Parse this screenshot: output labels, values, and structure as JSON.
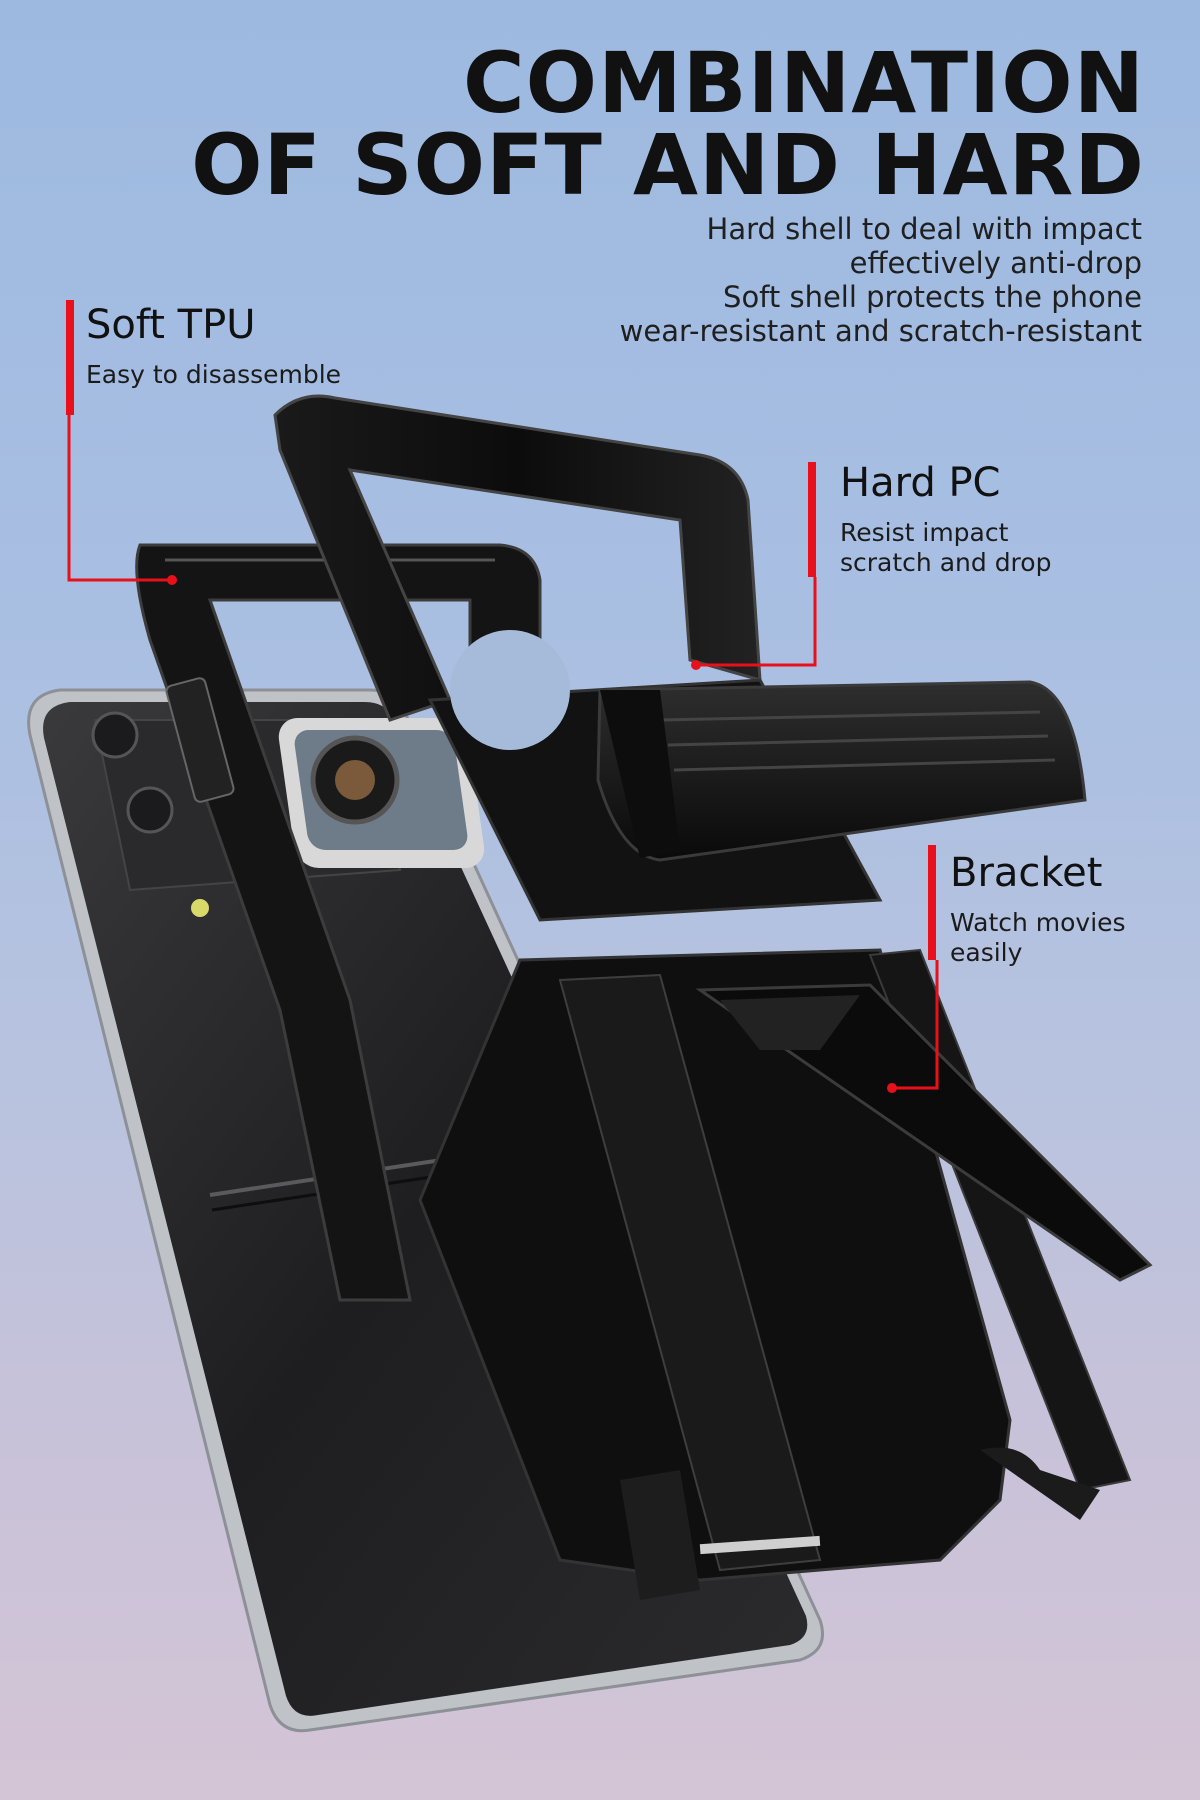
{
  "headline": {
    "line1": "COMBINATION",
    "line2": "OF SOFT AND HARD"
  },
  "subcopy": {
    "line1": "Hard shell to deal with impact",
    "line2": "effectively anti-drop",
    "line3": "Soft shell protects the phone",
    "line4": "wear-resistant and scratch-resistant"
  },
  "callouts": {
    "soft_tpu": {
      "title": "Soft TPU",
      "desc_line1": "Easy to disassemble"
    },
    "hard_pc": {
      "title": "Hard PC",
      "desc_line1": "Resist impact",
      "desc_line2": "scratch and drop"
    },
    "bracket": {
      "title": "Bracket",
      "desc_line1": "Watch movies",
      "desc_line2": "easily"
    }
  },
  "colors": {
    "accent_red": "#e8101a",
    "case_black": "#111111",
    "sky_top": "#9db9e0",
    "sky_bottom": "#d4c5d6"
  },
  "icons": [
    "phone-illustration",
    "hard-pc-frame",
    "soft-tpu-frame",
    "bracket-stand",
    "hinge-piece"
  ]
}
